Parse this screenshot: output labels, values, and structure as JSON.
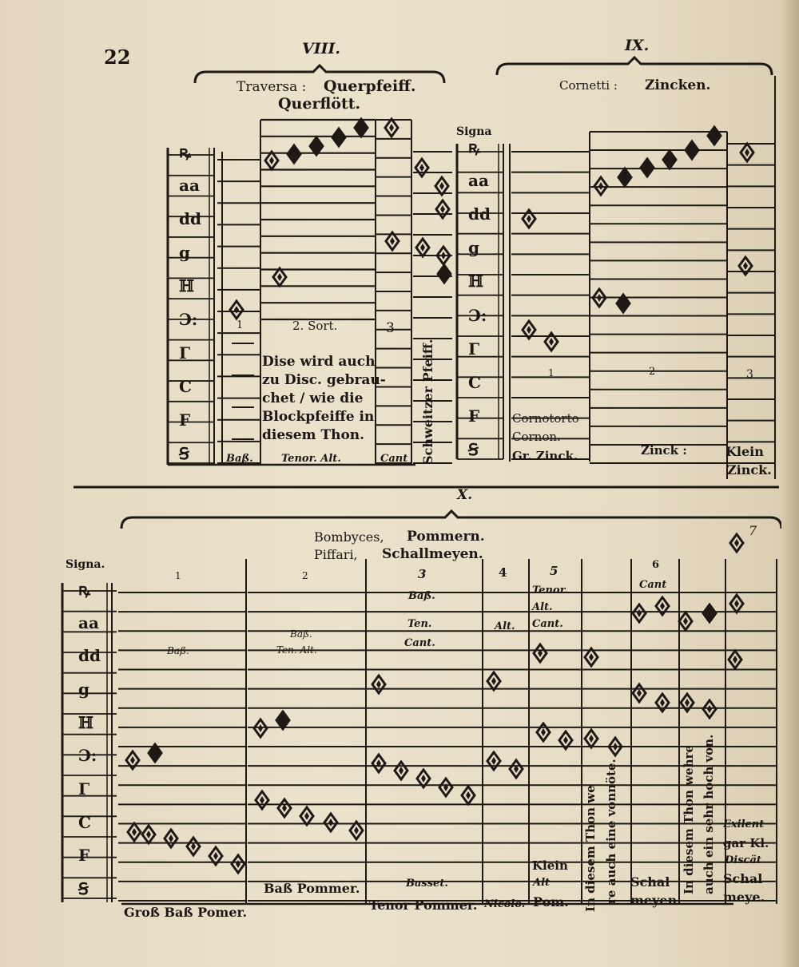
{
  "page_number": "22",
  "section_viii": {
    "numeral": "VIII.",
    "title_line1_latin": "Traversa :",
    "title_line1_german": "Querpfeiff.",
    "title_line2": "Querflött.",
    "sort_1": "1",
    "sort_2": "2. Sort.",
    "sort_3": "3",
    "note_lines": [
      "Dise wird auch",
      "zu Disc. gebrau-",
      "chet / wie die",
      "Blockpfeiffe in",
      "diesem Thon."
    ],
    "col_bass": "Baß.",
    "col_tenor_alt": "Tenor. Alt.",
    "col_cant": "Cant",
    "vertical_label": "Schweitzer Pfeiff."
  },
  "section_ix": {
    "numeral": "IX.",
    "title_latin": "Cornetti :",
    "title_german": "Zincken.",
    "signa": "Signa",
    "num_1": "1",
    "num_2": "2",
    "num_3": "3",
    "cornotorto": "Cornotorto",
    "cornon": "Cornon.",
    "gr_zinck": "Gr. Zinck.",
    "zinck": "Zinck :",
    "klein": "Klein",
    "klein_zinck": "Zinck."
  },
  "section_x": {
    "numeral": "X.",
    "title_line1_latin": "Bombyces,",
    "title_line1_german": "Pommern.",
    "title_line2_latin": "Piffari,",
    "title_line2_german": "Schallmeyen.",
    "signa": "Signa.",
    "col_nums": [
      "1",
      "2",
      "3",
      "4",
      "5",
      "6",
      "7"
    ],
    "col1_label": "Baß.",
    "col2_label1": "Baß.",
    "col2_label2": "Ten. Alt.",
    "col3_label1": "Baß.",
    "col3_label2": "Ten.",
    "col3_label3": "Cant.",
    "col4_label": "Alt.",
    "col5_label1": "Tenor.",
    "col5_label2": "Alt.",
    "col5_label3": "Cant.",
    "col6_label": "Cant",
    "bottom_labels": {
      "gross_bass": "Groß Baß Pomer.",
      "bass_pommer": "Baß Pommer.",
      "basset": "Basset.",
      "tenor_pommer": "Tenor Pommer.",
      "nicolo": "Nicolo.",
      "klein": "Klein",
      "alt": "Alt",
      "pom": "Pom.",
      "schal1": "Schal",
      "meyen": "meyen",
      "exilent": "Exilent",
      "gar_kl": "gar Kl.",
      "discant": "Discät",
      "schal2": "Schal",
      "meye": "meye."
    },
    "vertical_1a": "In diesem Thon we",
    "vertical_1b": "re auch eine vonnöte.",
    "vertical_2a": "In diesem Thon wehre",
    "vertical_2b": "auch ein sehr hoch von."
  },
  "clef_signs": [
    "ꝶ",
    "aa",
    "dd",
    "g",
    "ℍ",
    "Ɔ:",
    "Γ",
    "C",
    "F",
    "Ꞩ"
  ]
}
